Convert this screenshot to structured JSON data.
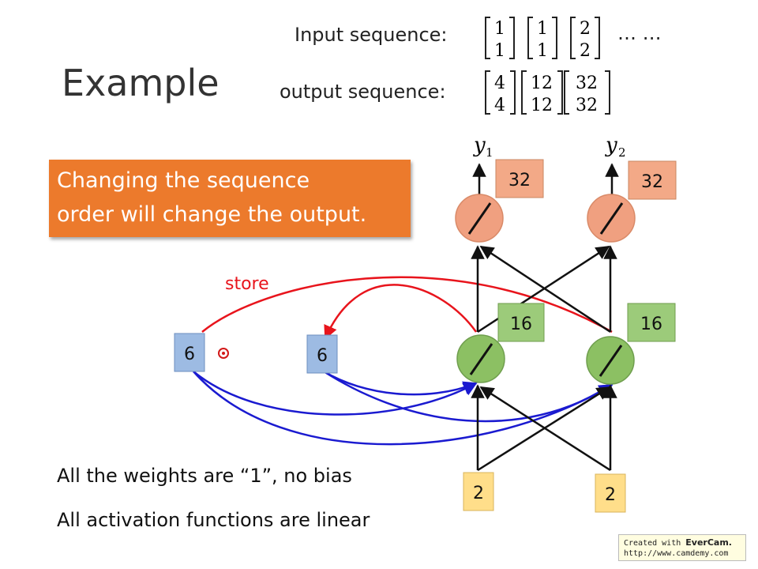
{
  "slide": {
    "title": "Example",
    "input_label": "Input sequence:",
    "output_label": "output sequence:",
    "input_vectors": [
      [
        "1",
        "1"
      ],
      [
        "1",
        "1"
      ],
      [
        "2",
        "2"
      ]
    ],
    "input_ellipsis": "… …",
    "output_vectors": [
      [
        "4",
        "4"
      ],
      [
        "12",
        "12"
      ],
      [
        "32",
        "32"
      ]
    ],
    "callout_line1": "Changing the sequence",
    "callout_line2": "order will change the output.",
    "note_weights": "All the weights are “1”, no bias",
    "note_activation": "All activation functions are linear",
    "store_label": "store"
  },
  "network": {
    "y1_label": "y",
    "y1_sub": "1",
    "y2_label": "y",
    "y2_sub": "2",
    "output_value_1": "32",
    "output_value_2": "32",
    "hidden_value_1": "16",
    "hidden_value_2": "16",
    "memory_value_1": "6",
    "memory_value_2": "6",
    "input_value_1": "2",
    "input_value_2": "2"
  },
  "colors": {
    "callout_bg": "#ec7a2c",
    "output_neuron": "#f0a080",
    "hidden_neuron": "#8cc063",
    "memory_box": "#9dbbe3",
    "input_box": "#ffde8a",
    "store_arrow": "#e8141c",
    "memory_arrow": "#1a1ad0"
  },
  "watermark": {
    "line1_prefix": "Created with",
    "brand": "EverCam.",
    "line2": "http://www.camdemy.com"
  }
}
